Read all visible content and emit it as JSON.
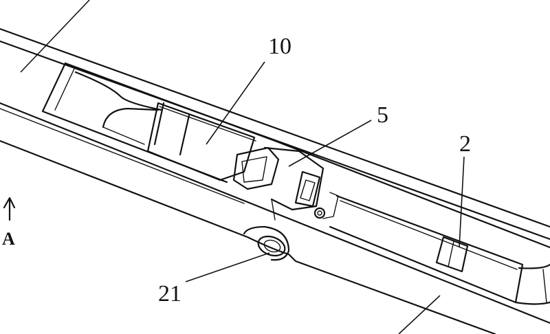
{
  "figure": {
    "reference_labels": {
      "component_10": "10",
      "component_5": "5",
      "component_2": "2",
      "component_21": "21",
      "view_arrow": "A"
    }
  },
  "colors": {
    "line": "#111111",
    "background": "#ffffff"
  }
}
